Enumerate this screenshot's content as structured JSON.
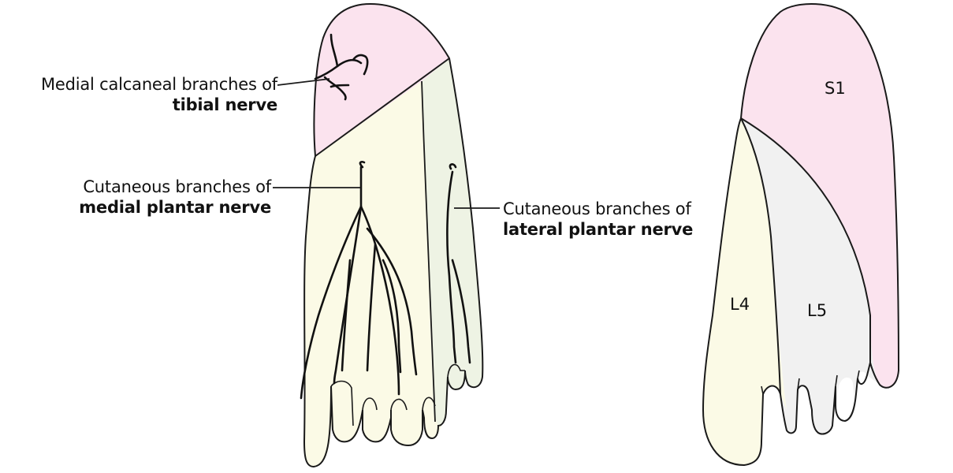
{
  "labels": {
    "medial_calcaneal": {
      "line1": "Medial calcaneal branches of",
      "line2": "tibial nerve"
    },
    "medial_plantar": {
      "line1": "Cutaneous branches of",
      "line2": "medial plantar nerve"
    },
    "lateral_plantar": {
      "line1": "Cutaneous branches of",
      "line2": "lateral plantar nerve"
    }
  },
  "dermatomes": {
    "s1": "S1",
    "l4": "L4",
    "l5": "L5"
  },
  "colors": {
    "pink": "#fbe3ee",
    "yellow": "#fbfae6",
    "green": "#eef3e4",
    "grey": "#f1f1f1",
    "outline": "#1a1a1a"
  }
}
